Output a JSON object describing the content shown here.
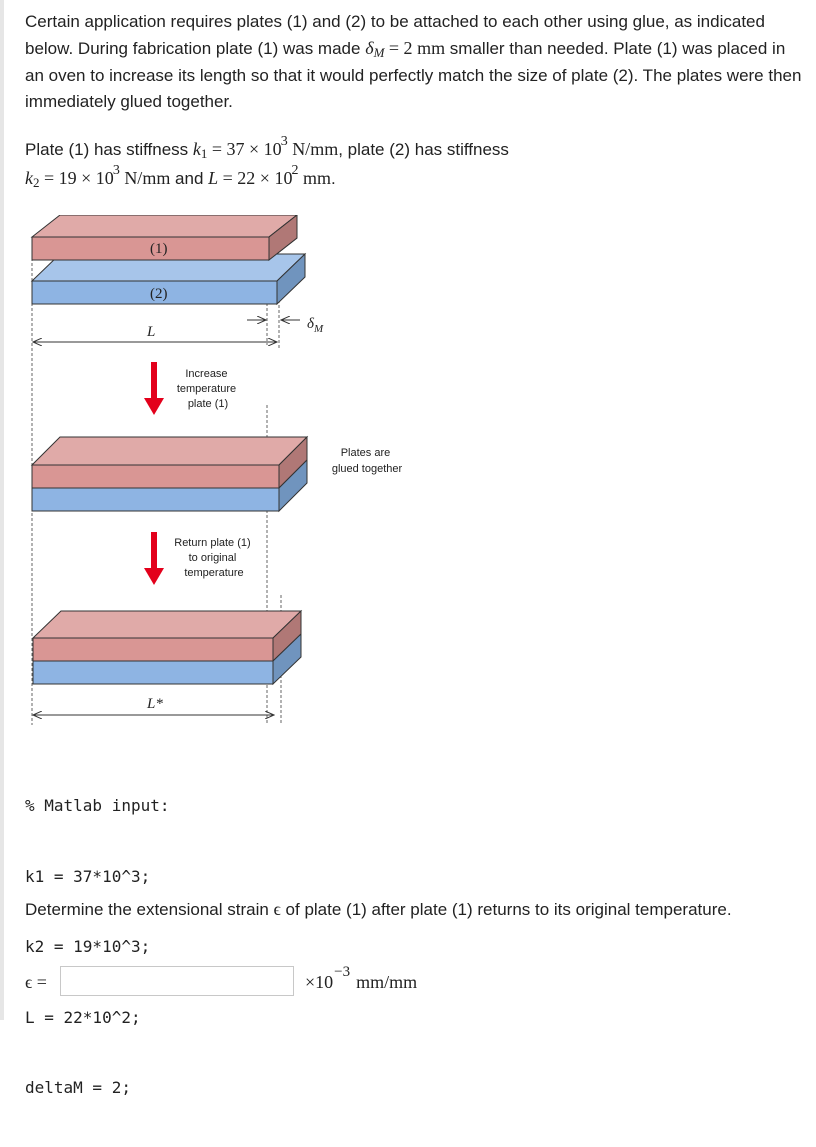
{
  "problem": {
    "intro_paragraph": {
      "part1": "Certain application requires plates (1) and (2) to be attached to each other using glue, as indicated below. During fabrication plate (1) was made ",
      "delta_symbol": "δ",
      "delta_sub": "M",
      "delta_eq": " = 2 ",
      "delta_unit": "mm",
      "part2": " smaller than needed. Plate (1) was placed in an oven to increase its length so that it would perfectly match the size of plate (2). The plates were then immediately glued together."
    },
    "stiffness_paragraph": {
      "plate1_text": "Plate (1) has stiffness ",
      "k1_symbol": "k",
      "k1_sub": "1",
      "k1_eq": " = 37 × 10",
      "k1_exp": "3",
      "k1_unit": " N/mm",
      "plate2_text": ", plate (2) has stiffness ",
      "k2_symbol": "k",
      "k2_sub": "2",
      "k2_eq": " = 19 × 10",
      "k2_exp": "3",
      "k2_unit": " N/mm",
      "and_text": " and ",
      "L_symbol": "L",
      "L_eq": " = 22 × 10",
      "L_exp": "2",
      "L_unit": " mm",
      "end": "."
    }
  },
  "diagram": {
    "plate1_label": "(1)",
    "plate2_label": "(2)",
    "length_label": "L",
    "delta_label": "δ",
    "delta_sub": "M",
    "step1_text": [
      "Increase",
      "temperature",
      "plate (1)"
    ],
    "glued_text": [
      "Plates are",
      "glued together"
    ],
    "step2_text": [
      "Return plate (1)",
      "to original",
      "temperature"
    ],
    "final_length_label": "L*",
    "colors": {
      "plate1_front": "#d99694",
      "plate1_top": "#e0aaa8",
      "plate1_side": "#b07876",
      "plate2_front": "#8eb4e3",
      "plate2_top": "#a7c5ea",
      "plate2_side": "#7094be",
      "arrow_red": "#e3001b"
    }
  },
  "matlab_input": [
    "% Matlab input:",
    "k1 = 37*10^3;",
    "k2 = 19*10^3;",
    "L = 22*10^2;",
    "deltaM = 2;"
  ],
  "question": {
    "text_before": "Determine the extensional strain ",
    "epsilon": "ϵ",
    "text_after": " of plate (1) after plate (1) returns to its original temperature."
  },
  "answer": {
    "label": "ϵ =",
    "value": "",
    "placeholder": "",
    "multiplier": "×10",
    "exponent": "−3",
    "unit": "mm/mm"
  }
}
